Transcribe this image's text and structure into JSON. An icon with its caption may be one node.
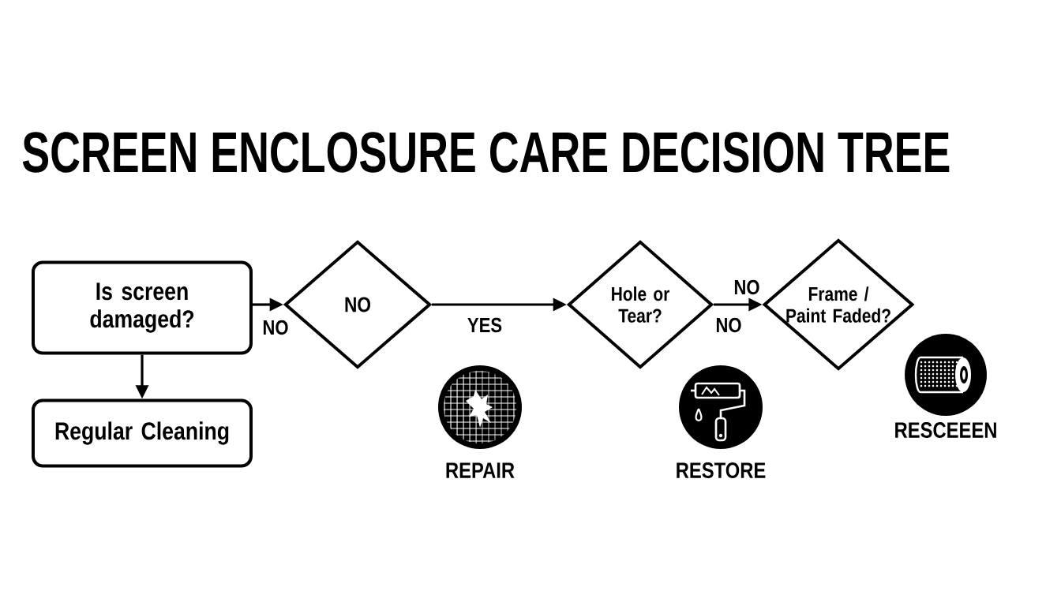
{
  "diagram": {
    "title": "SCREEN ENCLOSURE CARE DECISION TREE",
    "nodes": [
      {
        "text": [
          "Is screen damaged?"
        ]
      },
      {
        "text": [
          "Regular Cleaning"
        ]
      },
      {
        "text": [
          "NO"
        ]
      },
      {
        "text": [
          "Hole or Tear?"
        ]
      },
      {
        "text": [
          "Frame / Paint Faded?"
        ]
      },
      {
        "text": [
          "REPAIR"
        ]
      },
      {
        "text": [
          "RESTORE"
        ]
      },
      {
        "text": [
          "RESCEEEN"
        ]
      }
    ],
    "edges": [
      {
        "from": 0,
        "to": 1,
        "arrow": "to"
      },
      {
        "from": 0,
        "to": 2,
        "arrow": "to",
        "label": "NO"
      },
      {
        "from": 2,
        "to": 3,
        "arrow": "to",
        "label": "YES"
      },
      {
        "from": 3,
        "to": 4,
        "arrow": "to",
        "label": "NO"
      }
    ],
    "labels": [
      "NO"
    ]
  }
}
